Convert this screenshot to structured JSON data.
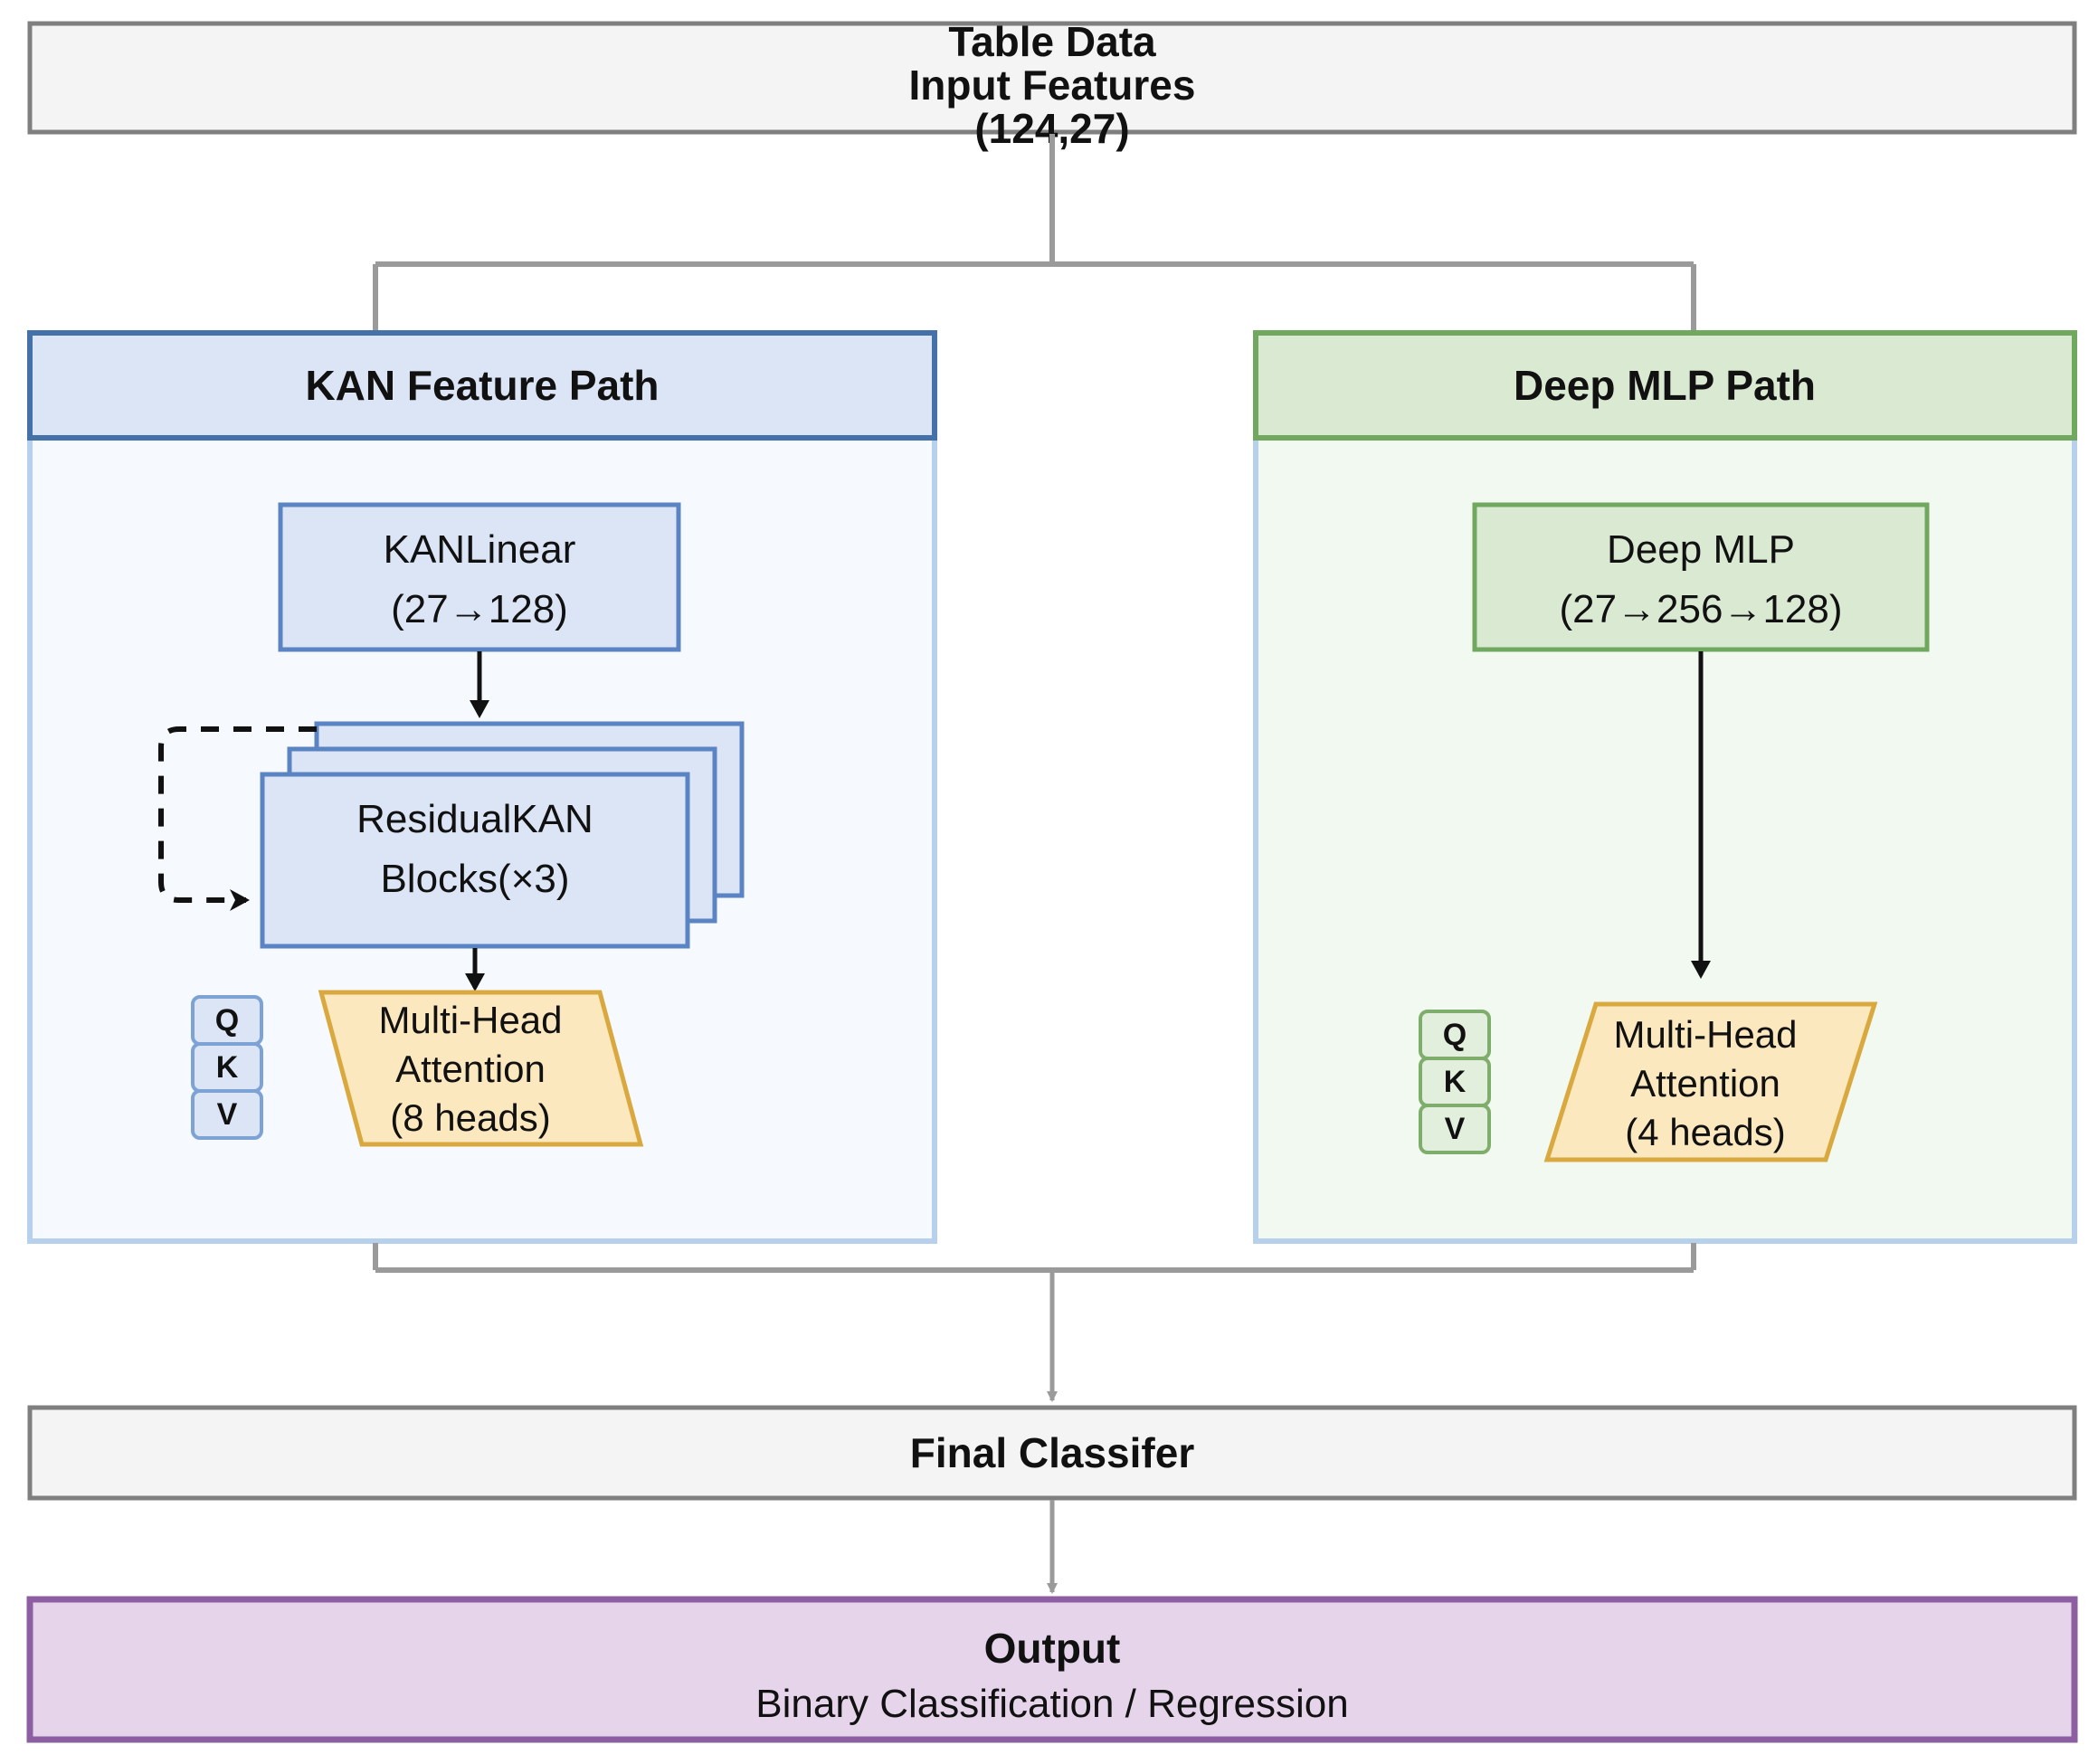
{
  "diagram": {
    "title": "Hybrid KAN-MLP dual-path attention architecture",
    "input": {
      "line1": "Table Data",
      "line2": "Input  Features",
      "line3": "(124,27)",
      "fill": "#f4f4f4",
      "border": "#7f7f7f"
    },
    "paths": [
      {
        "id": "kan",
        "header": "KAN Feature Path",
        "header_fill": "#dbe5f5",
        "header_border": "#4472a8",
        "body_fill": "#f6faff",
        "body_border": "#b7d0ec",
        "blocks": [
          {
            "name": "kan-linear",
            "line1": "KANLinear",
            "line2": "(27→128)",
            "fill": "#dbe5f5",
            "border": "#5b84c4"
          },
          {
            "name": "residual-kan",
            "line1": "ResidualKAN",
            "line2": "Blocks(×3)",
            "fill": "#dbe5f5",
            "border": "#5b84c4",
            "stack_count": 3
          }
        ],
        "qkv": {
          "items": [
            "Q",
            "K",
            "V"
          ],
          "fill": "#dbe5f5",
          "border": "#7da2d4"
        },
        "attention": {
          "line1": "Multi-Head",
          "line2": "Attention",
          "line3": "(8 heads)",
          "fill": "#fbe8bf",
          "border": "#d9a93f"
        }
      },
      {
        "id": "mlp",
        "header": "Deep MLP Path",
        "header_fill": "#d9e9d2",
        "header_border": "#70a860",
        "body_fill": "#f2f9f1",
        "body_border": "#b7d0ec",
        "blocks": [
          {
            "name": "deep-mlp",
            "line1": "Deep MLP",
            "line2": "(27→256→128)",
            "fill": "#d9e9d2",
            "border": "#70a860"
          }
        ],
        "qkv": {
          "items": [
            "Q",
            "K",
            "V"
          ],
          "fill": "#e3efdd",
          "border": "#7fae6c"
        },
        "attention": {
          "line1": "Multi-Head",
          "line2": "Attention",
          "line3": "(4 heads)",
          "fill": "#fbe8bf",
          "border": "#d9a93f"
        }
      }
    ],
    "classifier": {
      "label": "Final Classifer",
      "fill": "#f4f4f4",
      "border": "#7f7f7f"
    },
    "output": {
      "line1": "Output",
      "line2": "Binary Classification / Regression",
      "fill": "#e6d5ea",
      "border": "#8e5ea2"
    },
    "connectors": {
      "color": "#9a9a9a",
      "inner_color": "#222222",
      "dashed_color": "#111111"
    }
  }
}
